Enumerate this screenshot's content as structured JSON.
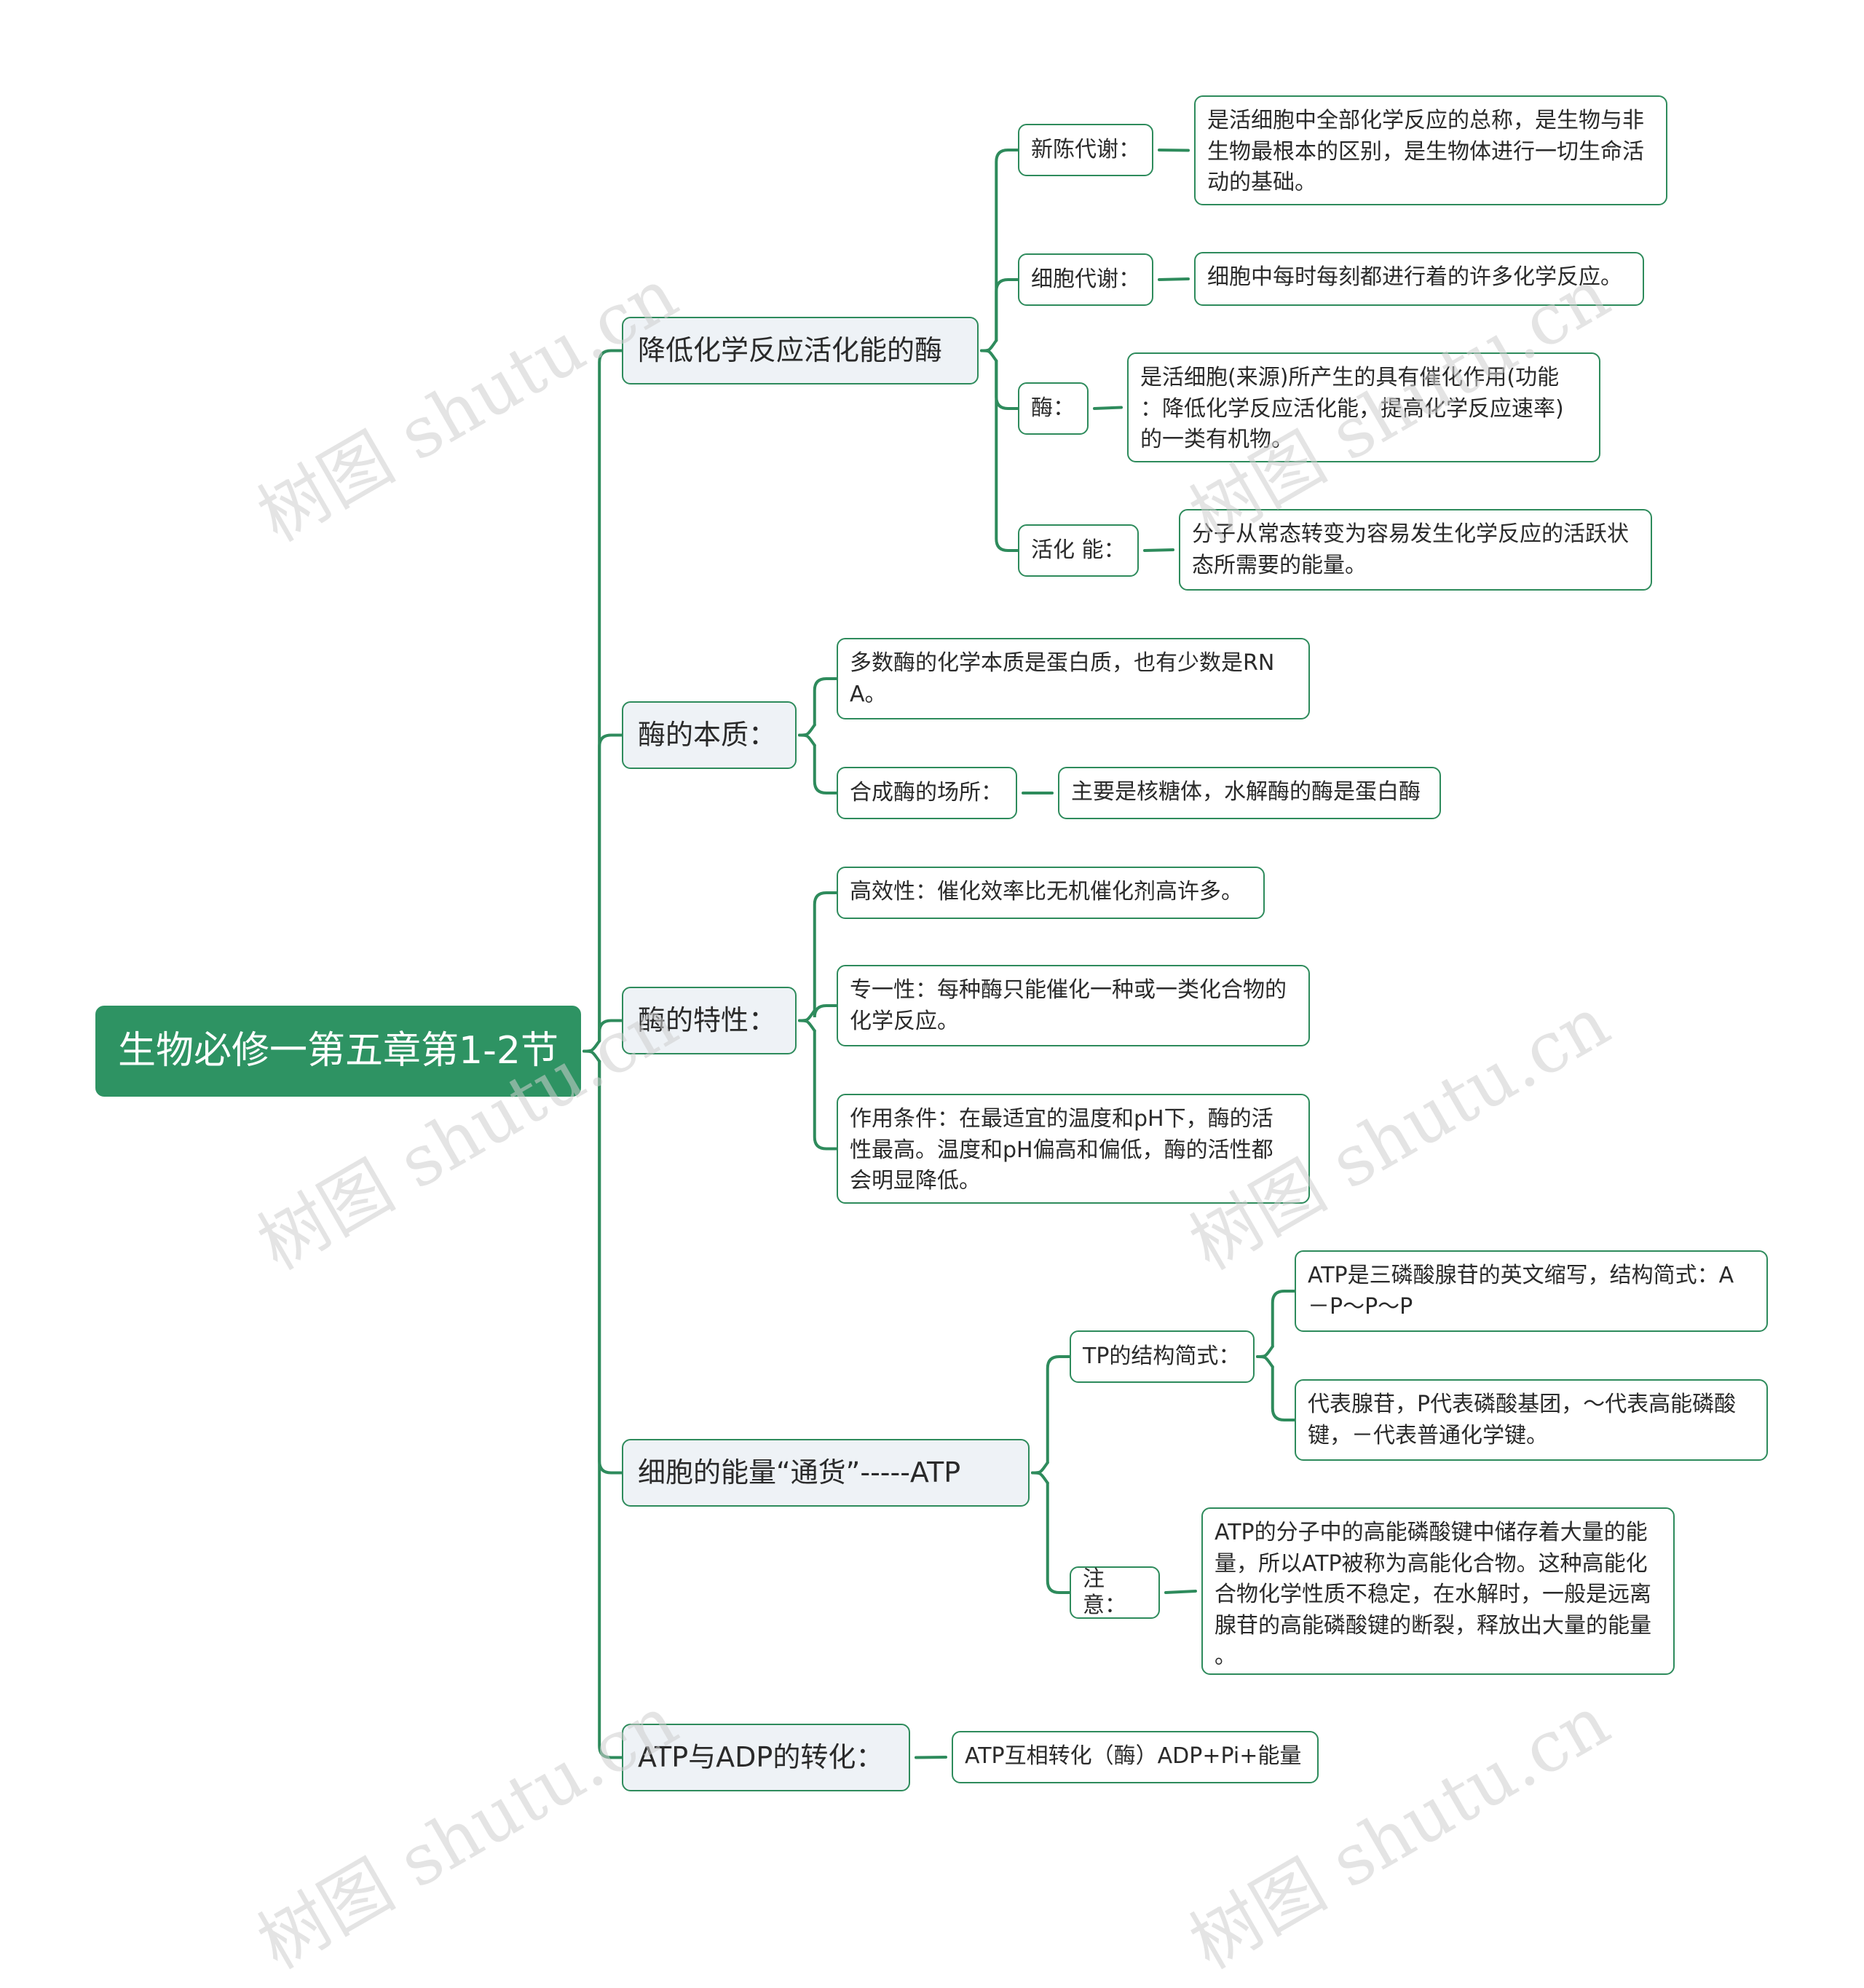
{
  "root": {
    "label": "生物必修一第五章第1-2节"
  },
  "branches": [
    {
      "label": "降低化学反应活化能的酶",
      "children": [
        {
          "label": "新陈代谢：",
          "leaves": [
            "是活细胞中全部化学反应的总称，是生物与非\n生物最根本的区别，是生物体进行一切生命活\n动的基础。"
          ]
        },
        {
          "label": "细胞代谢：",
          "leaves": [
            "细胞中每时每刻都进行着的许多化学反应。"
          ]
        },
        {
          "label": "酶：",
          "leaves": [
            "是活细胞(来源)所产生的具有催化作用(功能\n：降低化学反应活化能，提高化学反应速率)\n的一类有机物。"
          ]
        },
        {
          "label": "活化 能：",
          "leaves": [
            "分子从常态转变为容易发生化学反应的活跃状\n态所需要的能量。"
          ]
        }
      ]
    },
    {
      "label": "酶的本质：",
      "children": [
        {
          "label": "多数酶的化学本质是蛋白质，也有少数是RN\nA。"
        },
        {
          "label": "合成酶的场所：",
          "leaves": [
            "主要是核糖体，水解酶的酶是蛋白酶"
          ]
        }
      ]
    },
    {
      "label": "酶的特性：",
      "children": [
        {
          "label": "高效性：催化效率比无机催化剂高许多。"
        },
        {
          "label": "专一性：每种酶只能催化一种或一类化合物的\n化学反应。"
        },
        {
          "label": "作用条件：在最适宜的温度和pH下，酶的活\n性最高。温度和pH偏高和偏低，酶的活性都\n会明显降低。"
        }
      ]
    },
    {
      "label": "细胞的能量“通货”-----ATP",
      "children": [
        {
          "label": "TP的结构简式：",
          "leaves": [
            "ATP是三磷酸腺苷的英文缩写，结构简式：A\n－P～P～P",
            "代表腺苷，P代表磷酸基团，～代表高能磷酸\n键，－代表普通化学键。"
          ]
        },
        {
          "label": "注意：",
          "leaves": [
            "ATP的分子中的高能磷酸键中储存着大量的能\n量，所以ATP被称为高能化合物。这种高能化\n合物化学性质不稳定，在水解时，一般是远离\n腺苷的高能磷酸键的断裂，释放出大量的能量\n。"
          ]
        }
      ]
    },
    {
      "label": "ATP与ADP的转化：",
      "children": [
        {
          "label": "ATP互相转化（酶）ADP+Pi+能量"
        }
      ]
    }
  ],
  "watermark": "树图 shutu.cn",
  "colors": {
    "accent": "#2e8b5c",
    "root_bg": "#2e9363",
    "branch_bg": "#eef2f6",
    "line": "#2e8b5c"
  }
}
